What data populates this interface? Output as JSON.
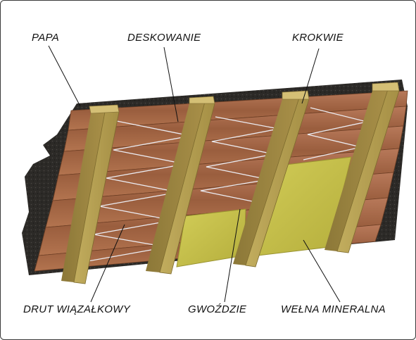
{
  "labels": {
    "papa": "PAPA",
    "deskowanie": "DESKOWANIE",
    "krokwie": "KROKWIE",
    "drut": "DRUT WIĄZAŁKOWY",
    "gwozdzie": "GWOŹDZIE",
    "welna": "WEŁNA MINERALNA"
  },
  "colors": {
    "papa": "#2c2a27",
    "deskowanie": "#a66c48",
    "krokwie": "#b59e52",
    "welna": "#c8c34a",
    "drut": "#e8e8ee",
    "frame": "#3a3a3a"
  }
}
